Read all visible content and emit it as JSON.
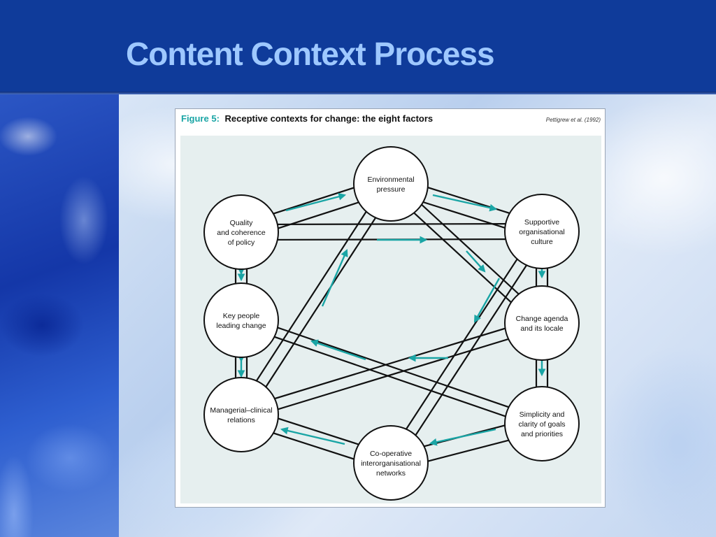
{
  "slide": {
    "title": "Content Context Process"
  },
  "figure": {
    "label": "Figure 5:",
    "caption": "Receptive contexts for change: the eight factors",
    "citation": "Pettigrew et al. (1992)",
    "colors": {
      "accent": "#1aa5a5",
      "panel_bg": "#e6efef",
      "line": "#111111"
    },
    "nodes": [
      {
        "id": "env",
        "lines": [
          "Environmental",
          "pressure"
        ]
      },
      {
        "id": "culture",
        "lines": [
          "Supportive",
          "organisational",
          "culture"
        ]
      },
      {
        "id": "agenda",
        "lines": [
          "Change agenda",
          "and its locale"
        ]
      },
      {
        "id": "simplicity",
        "lines": [
          "Simplicity and",
          "clarity of goals",
          "and priorities"
        ]
      },
      {
        "id": "coop",
        "lines": [
          "Co-operative",
          "interorganisational",
          "networks"
        ]
      },
      {
        "id": "mgmt",
        "lines": [
          "Managerial–clinical",
          "relations"
        ]
      },
      {
        "id": "people",
        "lines": [
          "Key people",
          "leading change"
        ]
      },
      {
        "id": "quality",
        "lines": [
          "Quality",
          "and coherence",
          "of policy"
        ]
      }
    ]
  }
}
